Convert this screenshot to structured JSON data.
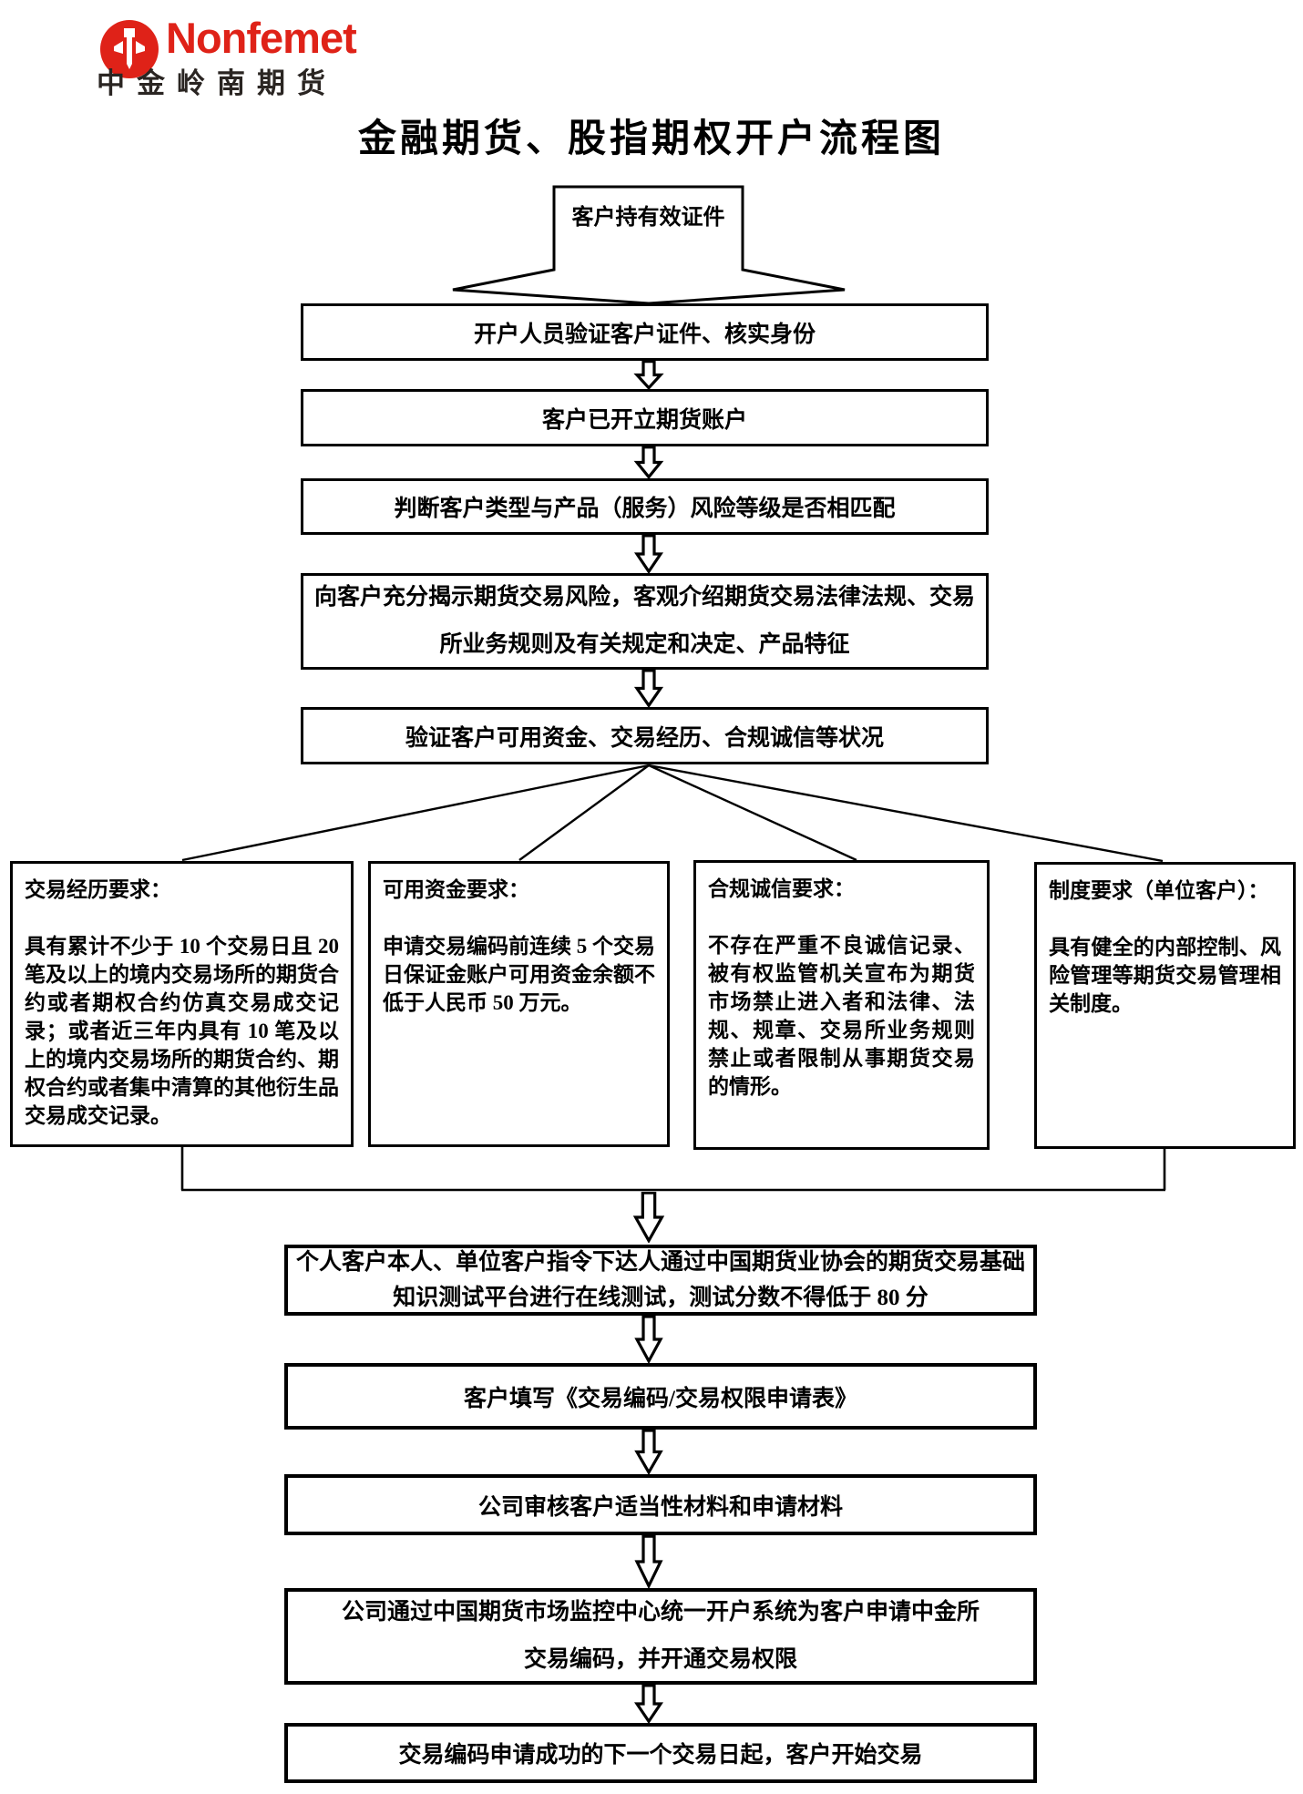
{
  "colors": {
    "logo_red": "#df2218",
    "logo_dark": "#2a2522",
    "line_black": "#000000"
  },
  "logo": {
    "brand": "Nonfemet",
    "company": "中金岭南期货"
  },
  "title": "金融期货、股指期权开户流程图",
  "flow": {
    "start": "客户持有效证件",
    "step_verify_identity": "开户人员验证客户证件、核实身份",
    "step_account_opened": "客户已开立期货账户",
    "step_risk_match": "判断客户类型与产品（服务）风险等级是否相匹配",
    "step_disclose_line1": "向客户充分揭示期货交易风险，客观介绍期货交易法律法规、交易",
    "step_disclose_line2": "所业务规则及有关规定和决定、产品特征",
    "step_verify_funds": "验证客户可用资金、交易经历、合规诚信等状况",
    "step_test_line1": "个人客户本人、单位客户指令下达人通过中国期货业协会的期货交易基础",
    "step_test_line2": "知识测试平台进行在线测试，测试分数不得低于 80 分",
    "step_fill_form": "客户填写《交易编码/交易权限申请表》",
    "step_review": "公司审核客户适当性材料和申请材料",
    "step_apply_code_line1": "公司通过中国期货市场监控中心统一开户系统为客户申请中金所",
    "step_apply_code_line2": "交易编码，并开通交易权限",
    "step_start_trading": "交易编码申请成功的下一个交易日起，客户开始交易"
  },
  "requirements": [
    {
      "heading": "交易经历要求：",
      "body": "具有累计不少于 10 个交易日且 20 笔及以上的境内交易场所的期货合约或者期权合约仿真交易成交记录；或者近三年内具有 10 笔及以上的境内交易场所的期货合约、期权合约或者集中清算的其他衍生品交易成交记录。"
    },
    {
      "heading": "可用资金要求：",
      "body": "申请交易编码前连续 5 个交易日保证金账户可用资金余额不低于人民币 50 万元。"
    },
    {
      "heading": "合规诚信要求：",
      "body": "不存在严重不良诚信记录、被有权监管机关宣布为期货市场禁止进入者和法律、法规、规章、交易所业务规则禁止或者限制从事期货交易的情形。"
    },
    {
      "heading": "制度要求（单位客户）：",
      "body": "具有健全的内部控制、风险管理等期货交易管理相关制度。"
    }
  ]
}
